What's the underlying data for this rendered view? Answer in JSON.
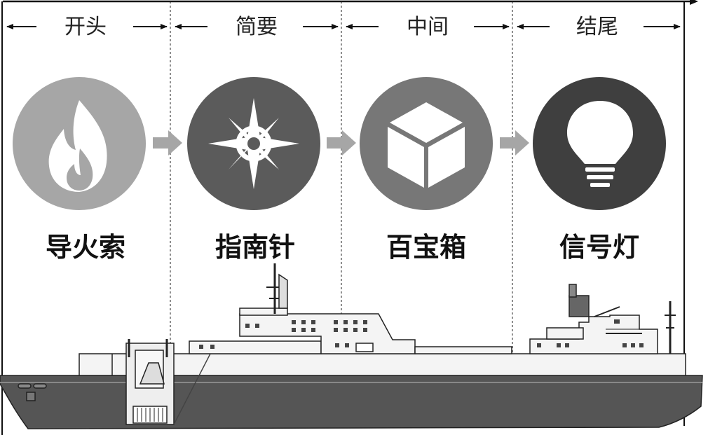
{
  "phases": [
    {
      "label": "开头",
      "icon": "flame-icon",
      "title": "导火索",
      "circle_color": "#a6a6a6"
    },
    {
      "label": "简要",
      "icon": "compass-icon",
      "title": "指南针",
      "circle_color": "#5b5b5b"
    },
    {
      "label": "中间",
      "icon": "box-icon",
      "title": "百宝箱",
      "circle_color": "#777777"
    },
    {
      "label": "结尾",
      "icon": "lightbulb-icon",
      "title": "信号灯",
      "circle_color": "#3f3f3f"
    }
  ],
  "colors": {
    "arrow": "#a6a6a6",
    "hull_dark": "#555555",
    "hull_light": "#f4f4f4",
    "line": "#111111"
  }
}
